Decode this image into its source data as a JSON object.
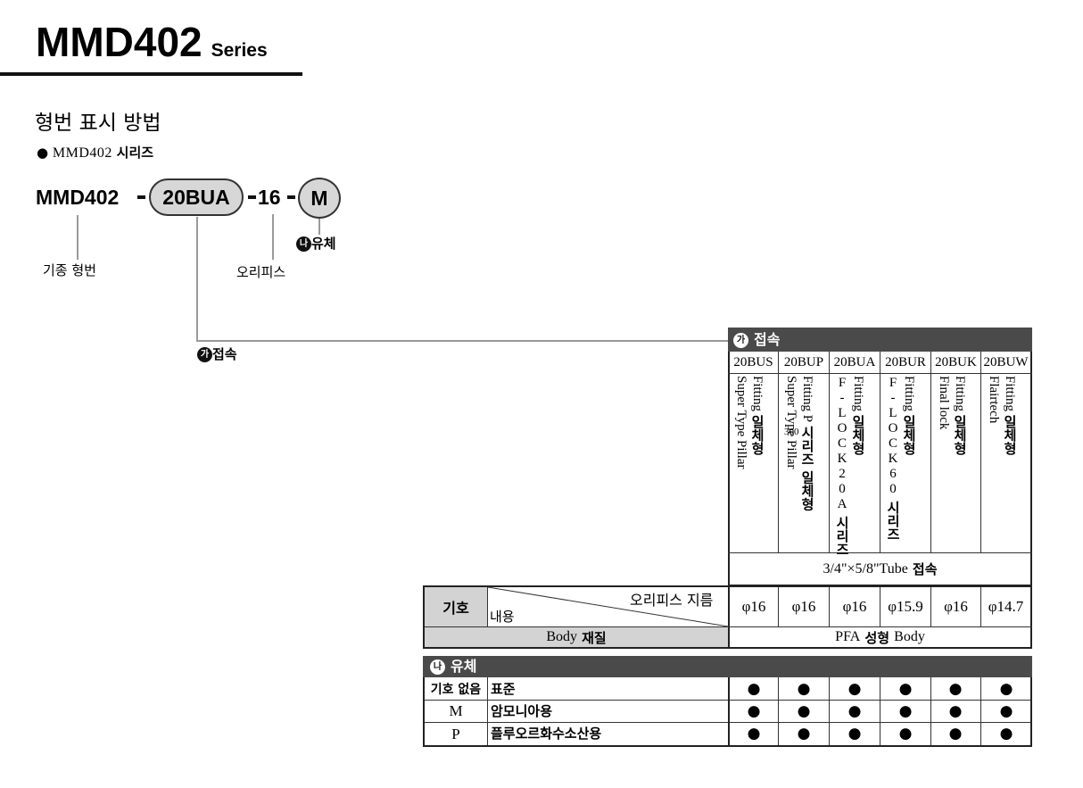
{
  "header": {
    "title": "MMD402",
    "series": "Series"
  },
  "section": {
    "title": "형번 표시 방법",
    "bullet": "●",
    "sub_model": "MMD402",
    "sub_suffix": "시리즈"
  },
  "model_code": {
    "base": "MMD402",
    "connection": "20BUA",
    "orifice": "16",
    "fluid": "M",
    "label_base": "기종 형번",
    "label_orifice": "오리피스",
    "label_connection": "접속",
    "label_fluid": "유체",
    "badge_ga": "가",
    "badge_na": "나"
  },
  "connection_table": {
    "title": "접속",
    "badge": "가",
    "columns": [
      {
        "code": "20BUS",
        "name_en": "Super Type Pillar",
        "desc_en": "Fitting",
        "desc_ko": "일체형"
      },
      {
        "code": "20BUP",
        "name_en": "Super Type Pillar",
        "sup": "300",
        "desc_en": "Fitting",
        "desc_p": "P",
        "desc_ko": "시리즈 일체형"
      },
      {
        "code": "20BUA",
        "name_en": "F-LOCK20A",
        "name_ko": "시리즈",
        "desc_en": "Fitting",
        "desc_ko": "일체형"
      },
      {
        "code": "20BUR",
        "name_en": "F-LOCK60",
        "name_ko": "시리즈",
        "desc_en": "Fitting",
        "desc_ko": "일체형"
      },
      {
        "code": "20BUK",
        "name_en": "Final lock",
        "desc_en": "Fitting",
        "desc_ko": "일체형"
      },
      {
        "code": "20BUW",
        "name_en": "Flairtech",
        "desc_en": "Fitting",
        "desc_ko": "일체형"
      }
    ],
    "tube_en": "3/4\"×5/8\"Tube",
    "tube_ko": "접속",
    "row_header_symbol": "기호",
    "row_header_orifice": "오리피스 지름",
    "row_header_content": "내용",
    "orifice_values": [
      "φ16",
      "φ16",
      "φ16",
      "φ15.9",
      "φ16",
      "φ14.7"
    ],
    "body_label_en": "Body",
    "body_label_ko": "재질",
    "body_value_pre": "PFA",
    "body_value_ko": "성형",
    "body_value_post": "Body"
  },
  "fluid_table": {
    "title": "유체",
    "badge": "나",
    "rows": [
      {
        "symbol": "기호 없음",
        "content": "표준",
        "marks": [
          "●",
          "●",
          "●",
          "●",
          "●",
          "●"
        ]
      },
      {
        "symbol": "M",
        "content": "암모니아용",
        "marks": [
          "●",
          "●",
          "●",
          "●",
          "●",
          "●"
        ]
      },
      {
        "symbol": "P",
        "content": "플루오르화수소산용",
        "marks": [
          "●",
          "●",
          "●",
          "●",
          "●",
          "●"
        ]
      }
    ]
  }
}
